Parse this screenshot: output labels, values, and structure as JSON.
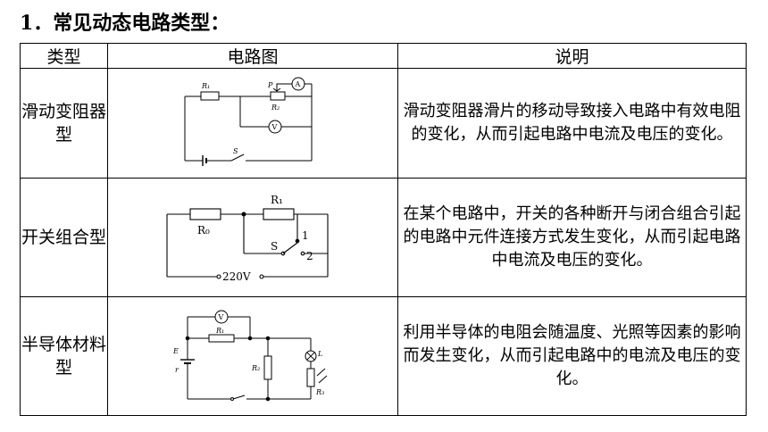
{
  "heading": "1．常见动态电路类型：",
  "table": {
    "headers": [
      "类型",
      "电路图",
      "说明"
    ],
    "rows": [
      {
        "type": "滑动变阻器型",
        "labels": {
          "r1": "R₁",
          "p": "P",
          "r2": "R₂",
          "ammeter": "A",
          "voltmeter": "V",
          "switch": "S"
        },
        "description": "滑动变阻器滑片的移动导致接入电路中有效电阻的变化，从而引起电路中电流及电压的变化。"
      },
      {
        "type": "开关组合型",
        "labels": {
          "r0": "R₀",
          "r1": "R₁",
          "switch": "S",
          "contact1": "1",
          "contact2": "2",
          "source": "220V"
        },
        "description": "在某个电路中，开关的各种断开与闭合组合引起的电路中元件连接方式发生变化，从而引起电路中电流及电压的变化。"
      },
      {
        "type": "半导体材料型",
        "labels": {
          "voltmeter": "V",
          "r1": "R₁",
          "emf": "E",
          "internal": "r",
          "r2": "R₂",
          "lamp": "L",
          "r3": "R₃"
        },
        "description": "利用半导体的电阻会随温度、光照等因素的影响而发生变化，从而引起电路中的电流及电压的变化。"
      }
    ]
  }
}
